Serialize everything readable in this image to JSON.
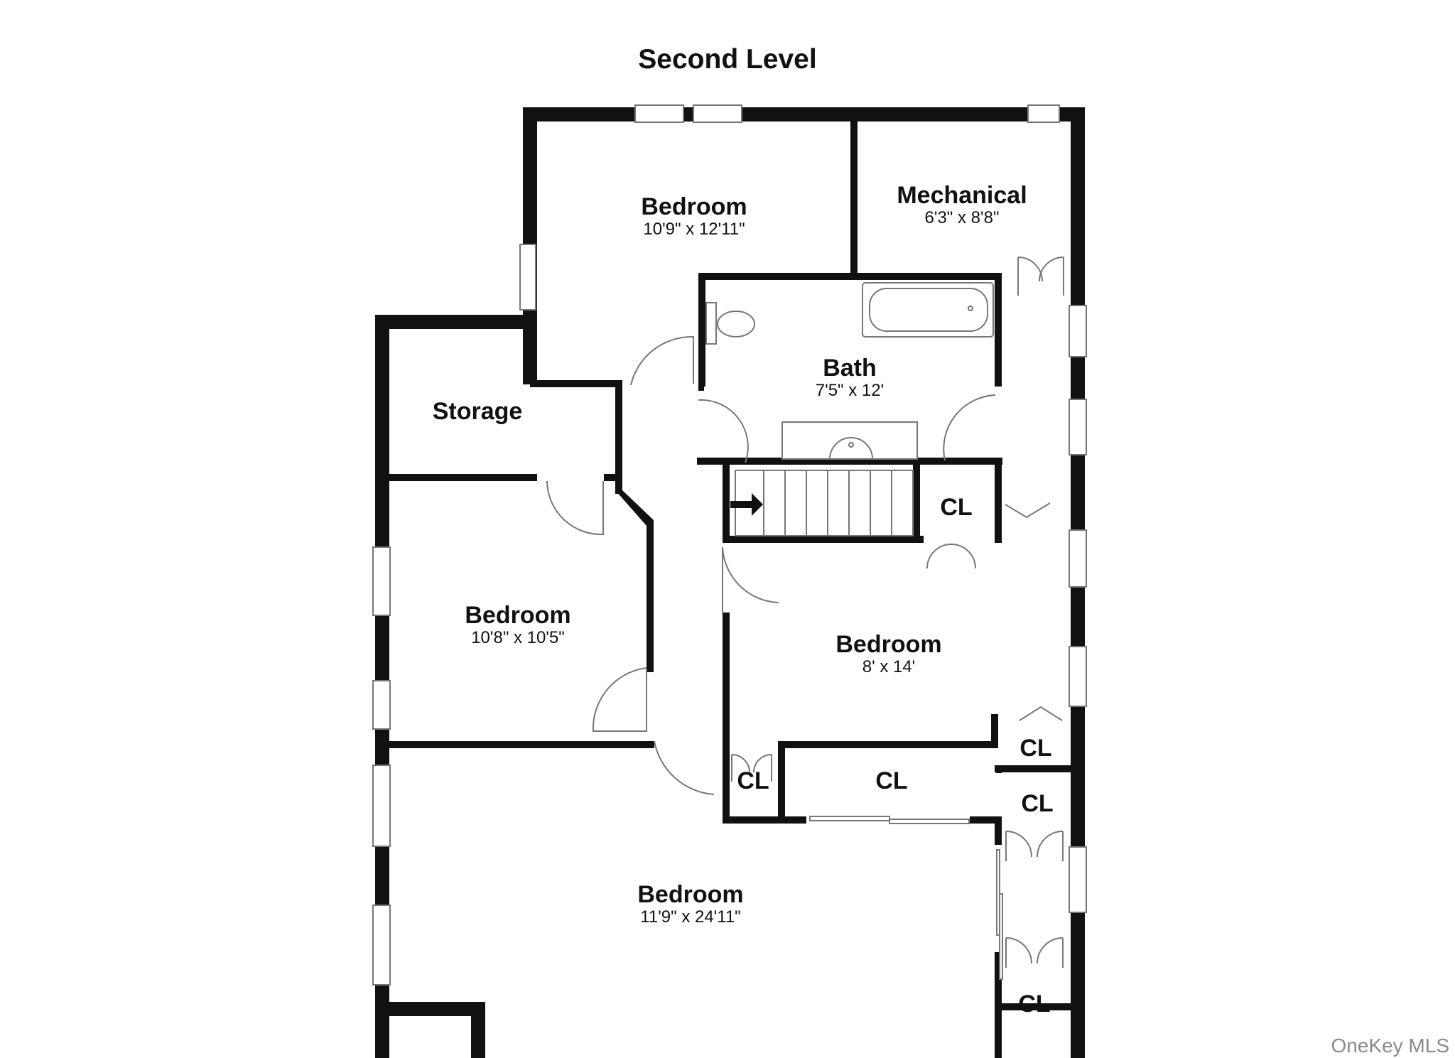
{
  "title": "Second Level",
  "rooms": {
    "bedroom_top": {
      "name": "Bedroom",
      "dims": "10'9\" x 12'11\""
    },
    "mechanical": {
      "name": "Mechanical",
      "dims": "6'3\" x 8'8\""
    },
    "bath": {
      "name": "Bath",
      "dims": "7'5\" x 12'"
    },
    "storage": {
      "name": "Storage"
    },
    "bedroom_left": {
      "name": "Bedroom",
      "dims": "10'8\" x 10'5\""
    },
    "bedroom_right": {
      "name": "Bedroom",
      "dims": "8' x 14'"
    },
    "bedroom_bottom": {
      "name": "Bedroom",
      "dims": "11'9\" x 24'11\""
    }
  },
  "closets": {
    "stair": "CL",
    "right_small": "CL",
    "hall": "CL",
    "center": "CL",
    "right_mid": "CL",
    "right_bottom": "CL"
  },
  "watermark": "OneKey MLS"
}
